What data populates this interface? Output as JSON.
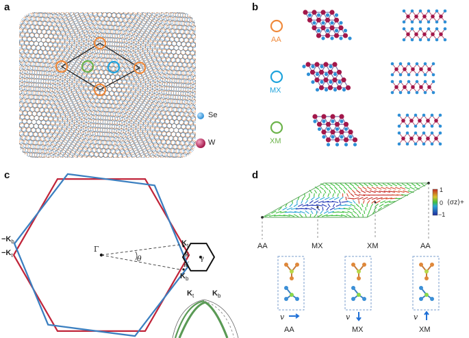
{
  "panels": {
    "a": {
      "label": "a",
      "legend": [
        {
          "symbol": "Se",
          "color": "#2e8fd6"
        },
        {
          "symbol": "W",
          "color": "#a3174a"
        }
      ]
    },
    "b": {
      "label": "b",
      "stackings": [
        {
          "name": "AA",
          "color": "#f08a3c"
        },
        {
          "name": "MX",
          "color": "#1ea3dc"
        },
        {
          "name": "XM",
          "color": "#6cb34a"
        }
      ]
    },
    "c": {
      "label": "c",
      "gamma_big": "Γ",
      "theta": "θ",
      "kt": "K",
      "kt_sub": "t",
      "kb": "K",
      "kb_sub": "b",
      "neg_kb": "−K",
      "neg_kb_sub": "b",
      "neg_kt": "−K",
      "neg_kt_sub": "t",
      "kappa": "κ",
      "kappa_prime": "κ′",
      "gamma_small": "γ",
      "band_kt": "K",
      "band_kt_sub": "t",
      "band_kb": "K",
      "band_kb_sub": "b",
      "colors": {
        "red": "#c0253a",
        "blue": "#3b7fc0",
        "green": "#5a9a55"
      }
    },
    "d": {
      "label": "d",
      "axis_labels": [
        "AA",
        "MX",
        "XM",
        "AA"
      ],
      "colorbar": {
        "max": "1",
        "mid": "0",
        "min": "−1",
        "label": "⟨σz⟩+"
      },
      "motif_labels": [
        "AA",
        "MX",
        "XM"
      ],
      "velocity": "v"
    }
  }
}
